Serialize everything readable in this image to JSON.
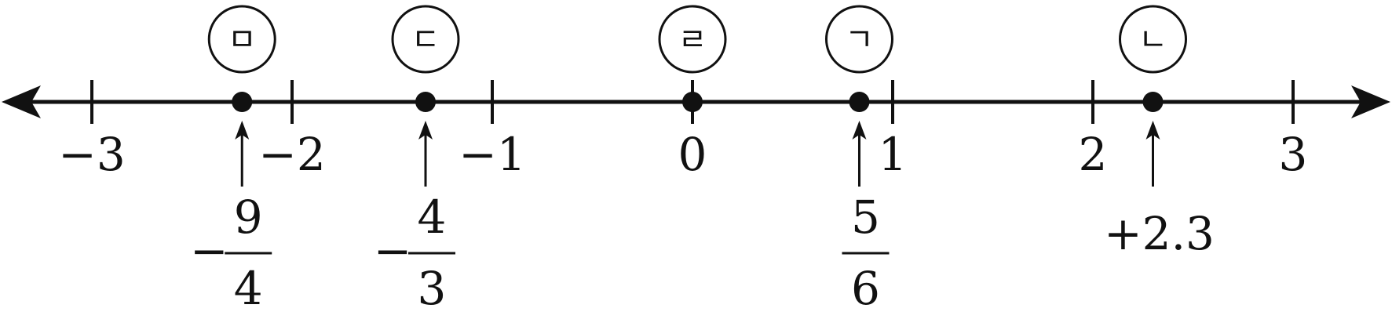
{
  "diagram": {
    "ticks": [
      {
        "value": -3,
        "label": "−3"
      },
      {
        "value": -2,
        "label": "−2"
      },
      {
        "value": -1,
        "label": "−1"
      },
      {
        "value": 0,
        "label": "0"
      },
      {
        "value": 1,
        "label": "1"
      },
      {
        "value": 2,
        "label": "2"
      },
      {
        "value": 3,
        "label": "3"
      }
    ],
    "points": [
      {
        "value": -2.25,
        "marker": "ㅁ",
        "kind": "fraction",
        "sign": "−",
        "numerator": "9",
        "denominator": "4"
      },
      {
        "value": -1.3333,
        "marker": "ㄷ",
        "kind": "fraction",
        "sign": "−",
        "numerator": "4",
        "denominator": "3"
      },
      {
        "value": 0,
        "marker": "ㄹ",
        "kind": "none"
      },
      {
        "value": 0.8333,
        "marker": "ㄱ",
        "kind": "fraction",
        "sign": "",
        "numerator": "5",
        "denominator": "6"
      },
      {
        "value": 2.3,
        "marker": "ㄴ",
        "kind": "text",
        "text": "+2.3"
      }
    ],
    "colors": {
      "line": "#111111",
      "background": "#ffffff"
    }
  }
}
